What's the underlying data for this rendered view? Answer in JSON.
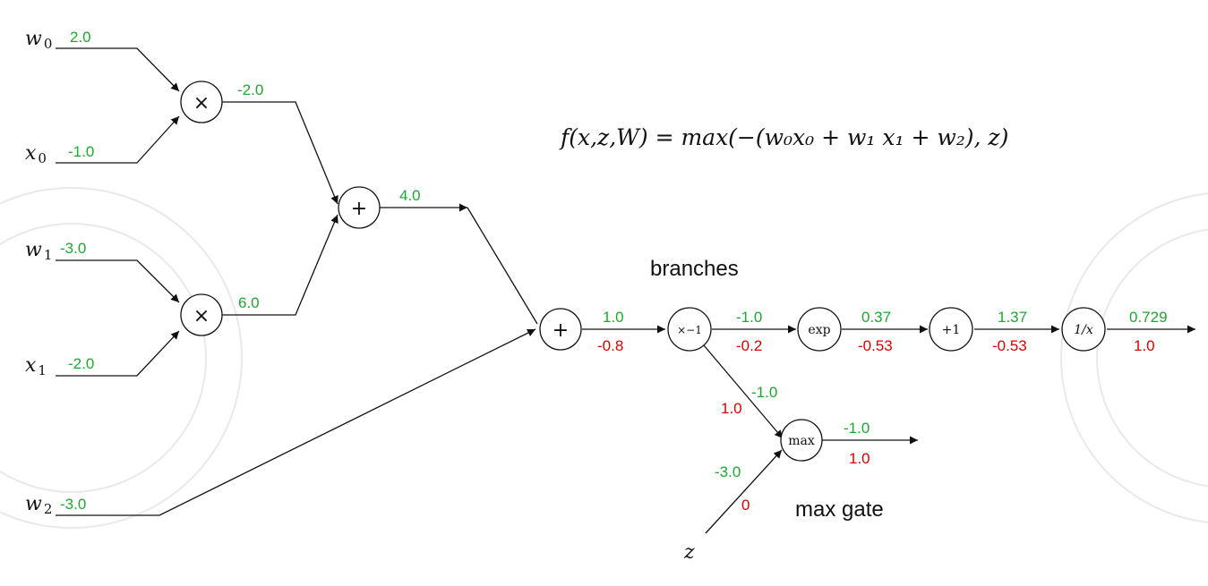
{
  "formula": "f(x,z,W) = max(−(w₀x₀ + w₁ x₁ + w₂), z)",
  "labels": {
    "branches": "branches",
    "max_gate": "max gate"
  },
  "inputs": {
    "w0": {
      "name": "w",
      "sub": "0",
      "value": "2.0"
    },
    "x0": {
      "name": "x",
      "sub": "0",
      "value": "-1.0"
    },
    "w1": {
      "name": "w",
      "sub": "1",
      "value": "-3.0"
    },
    "x1": {
      "name": "x",
      "sub": "1",
      "value": "-2.0"
    },
    "w2": {
      "name": "w",
      "sub": "2",
      "value": "-3.0"
    },
    "z": {
      "name": "z"
    }
  },
  "nodes": {
    "mul1": "×",
    "mul2": "×",
    "add1": "+",
    "add2": "+",
    "neg": "×−1",
    "exp": "exp",
    "plus1": "+1",
    "recip": "1/x",
    "max": "max"
  },
  "values": {
    "mul1_out": "-2.0",
    "mul2_out": "6.0",
    "add1_out": "4.0",
    "add2_fwd": "1.0",
    "add2_grad": "-0.8",
    "neg_fwd": "-1.0",
    "neg_grad": "-0.2",
    "exp_fwd": "0.37",
    "exp_grad": "-0.53",
    "plus1_fwd": "1.37",
    "plus1_grad": "-0.53",
    "recip_fwd": "0.729",
    "recip_grad": "1.0",
    "branch_fwd": "-1.0",
    "branch_grad": "1.0",
    "max_fwd": "-1.0",
    "max_grad": "1.0",
    "z_fwd": "-3.0",
    "z_grad": "0"
  }
}
